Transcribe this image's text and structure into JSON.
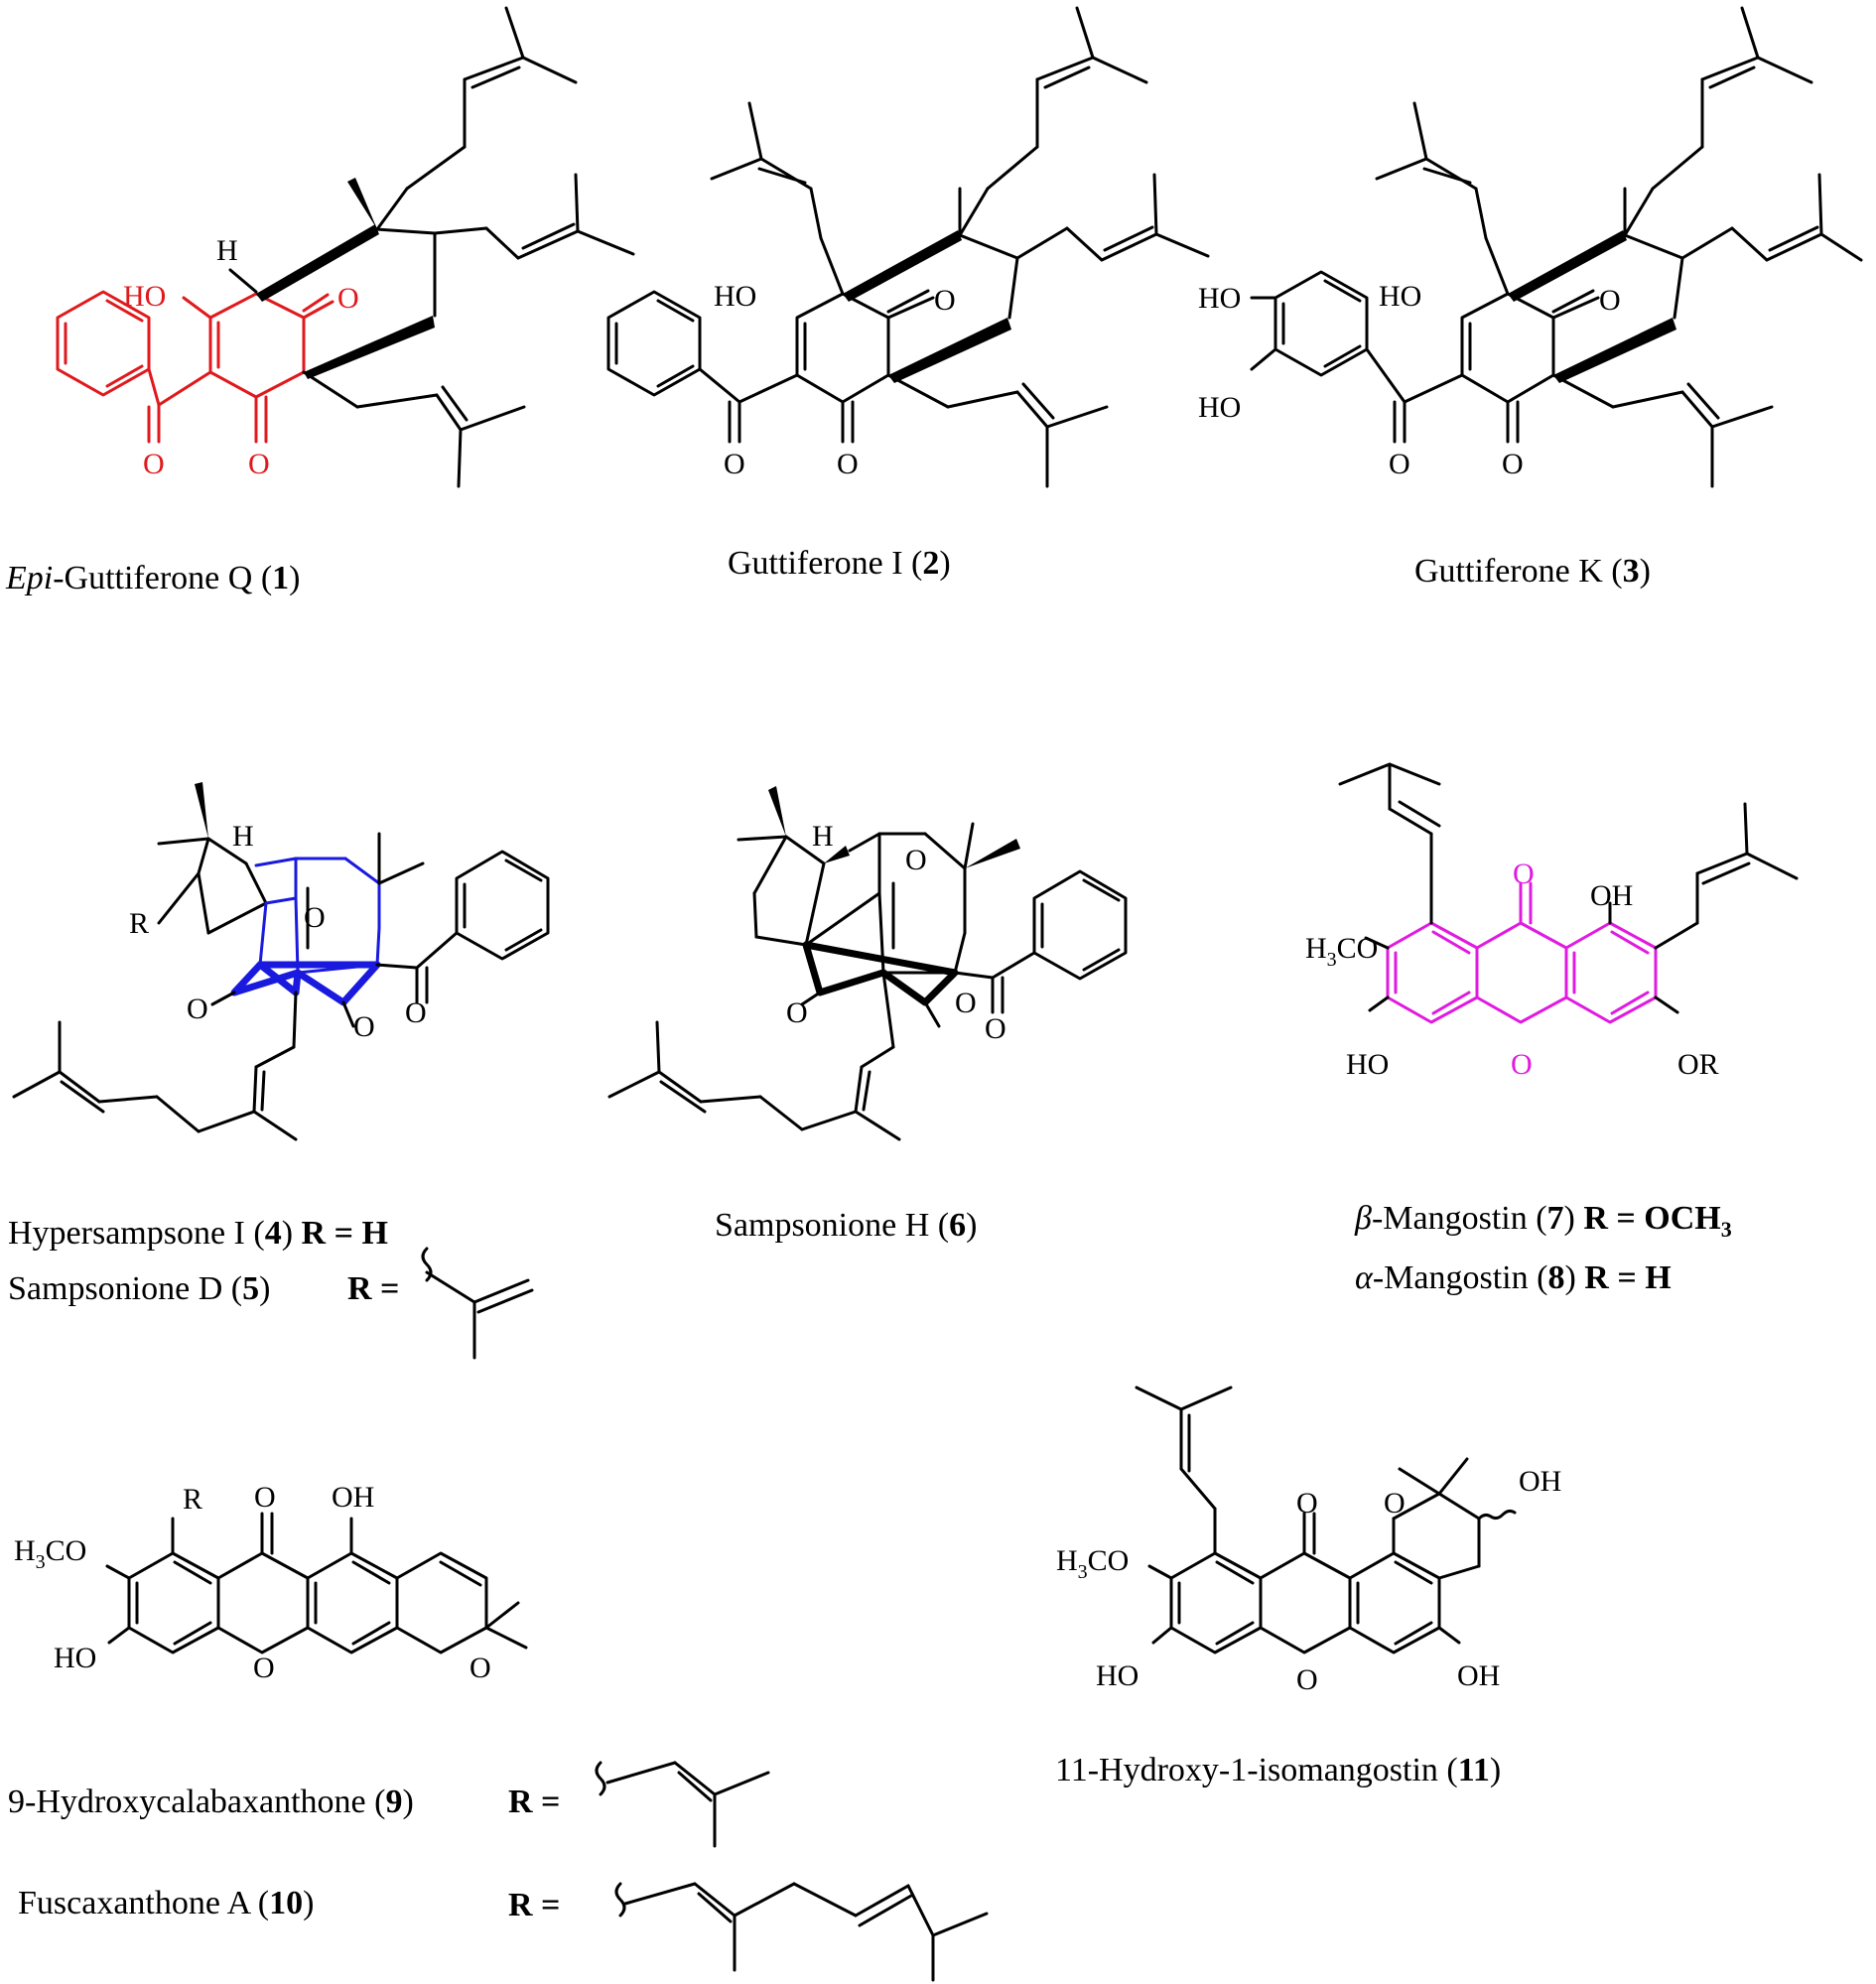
{
  "compounds": {
    "c1": {
      "name_italic": "Epi",
      "name_rest": "-Guttiferone Q (",
      "num": "1",
      "close": ")"
    },
    "c2": {
      "name": "Guttiferone I  (",
      "num": "2",
      "close": ")"
    },
    "c3": {
      "name": "Guttiferone K (",
      "num": "3",
      "close": ")"
    },
    "c4": {
      "name": "Hypersampsone I (",
      "num": "4",
      "close": ") ",
      "r": "R = H"
    },
    "c5": {
      "name": "Sampsonione D (",
      "num": "5",
      "close": ")",
      "r": "R ="
    },
    "c6": {
      "name": "Sampsonione H (",
      "num": "6",
      "close": ")"
    },
    "c7": {
      "greek": "β",
      "name": "-Mangostin (",
      "num": "7",
      "close": ") ",
      "r": "R = OCH",
      "r_sub": "3"
    },
    "c8": {
      "greek": "α",
      "name": "-Mangostin (",
      "num": "8",
      "close": ") ",
      "r": "R = H"
    },
    "c9": {
      "name": "9-Hydroxycalabaxanthone (",
      "num": "9",
      "close": ")",
      "r": "R ="
    },
    "c10": {
      "name": "Fuscaxanthone A  (",
      "num": "10",
      "close": ")",
      "r": "R ="
    },
    "c11": {
      "name": "11-Hydroxy-1-isomangostin (",
      "num": "11",
      "close": ")"
    }
  },
  "atoms": {
    "H": "H",
    "HO": "HO",
    "OH": "OH",
    "O": "O",
    "R": "R",
    "OR": "OR",
    "H3CO_main": "H",
    "H3CO_sub": "3",
    "H3CO_tail": "CO"
  },
  "colors": {
    "highlight_red": "#e0191c",
    "highlight_blue": "#1a1adf",
    "highlight_magenta": "#e01be0",
    "ink": "#000000"
  }
}
